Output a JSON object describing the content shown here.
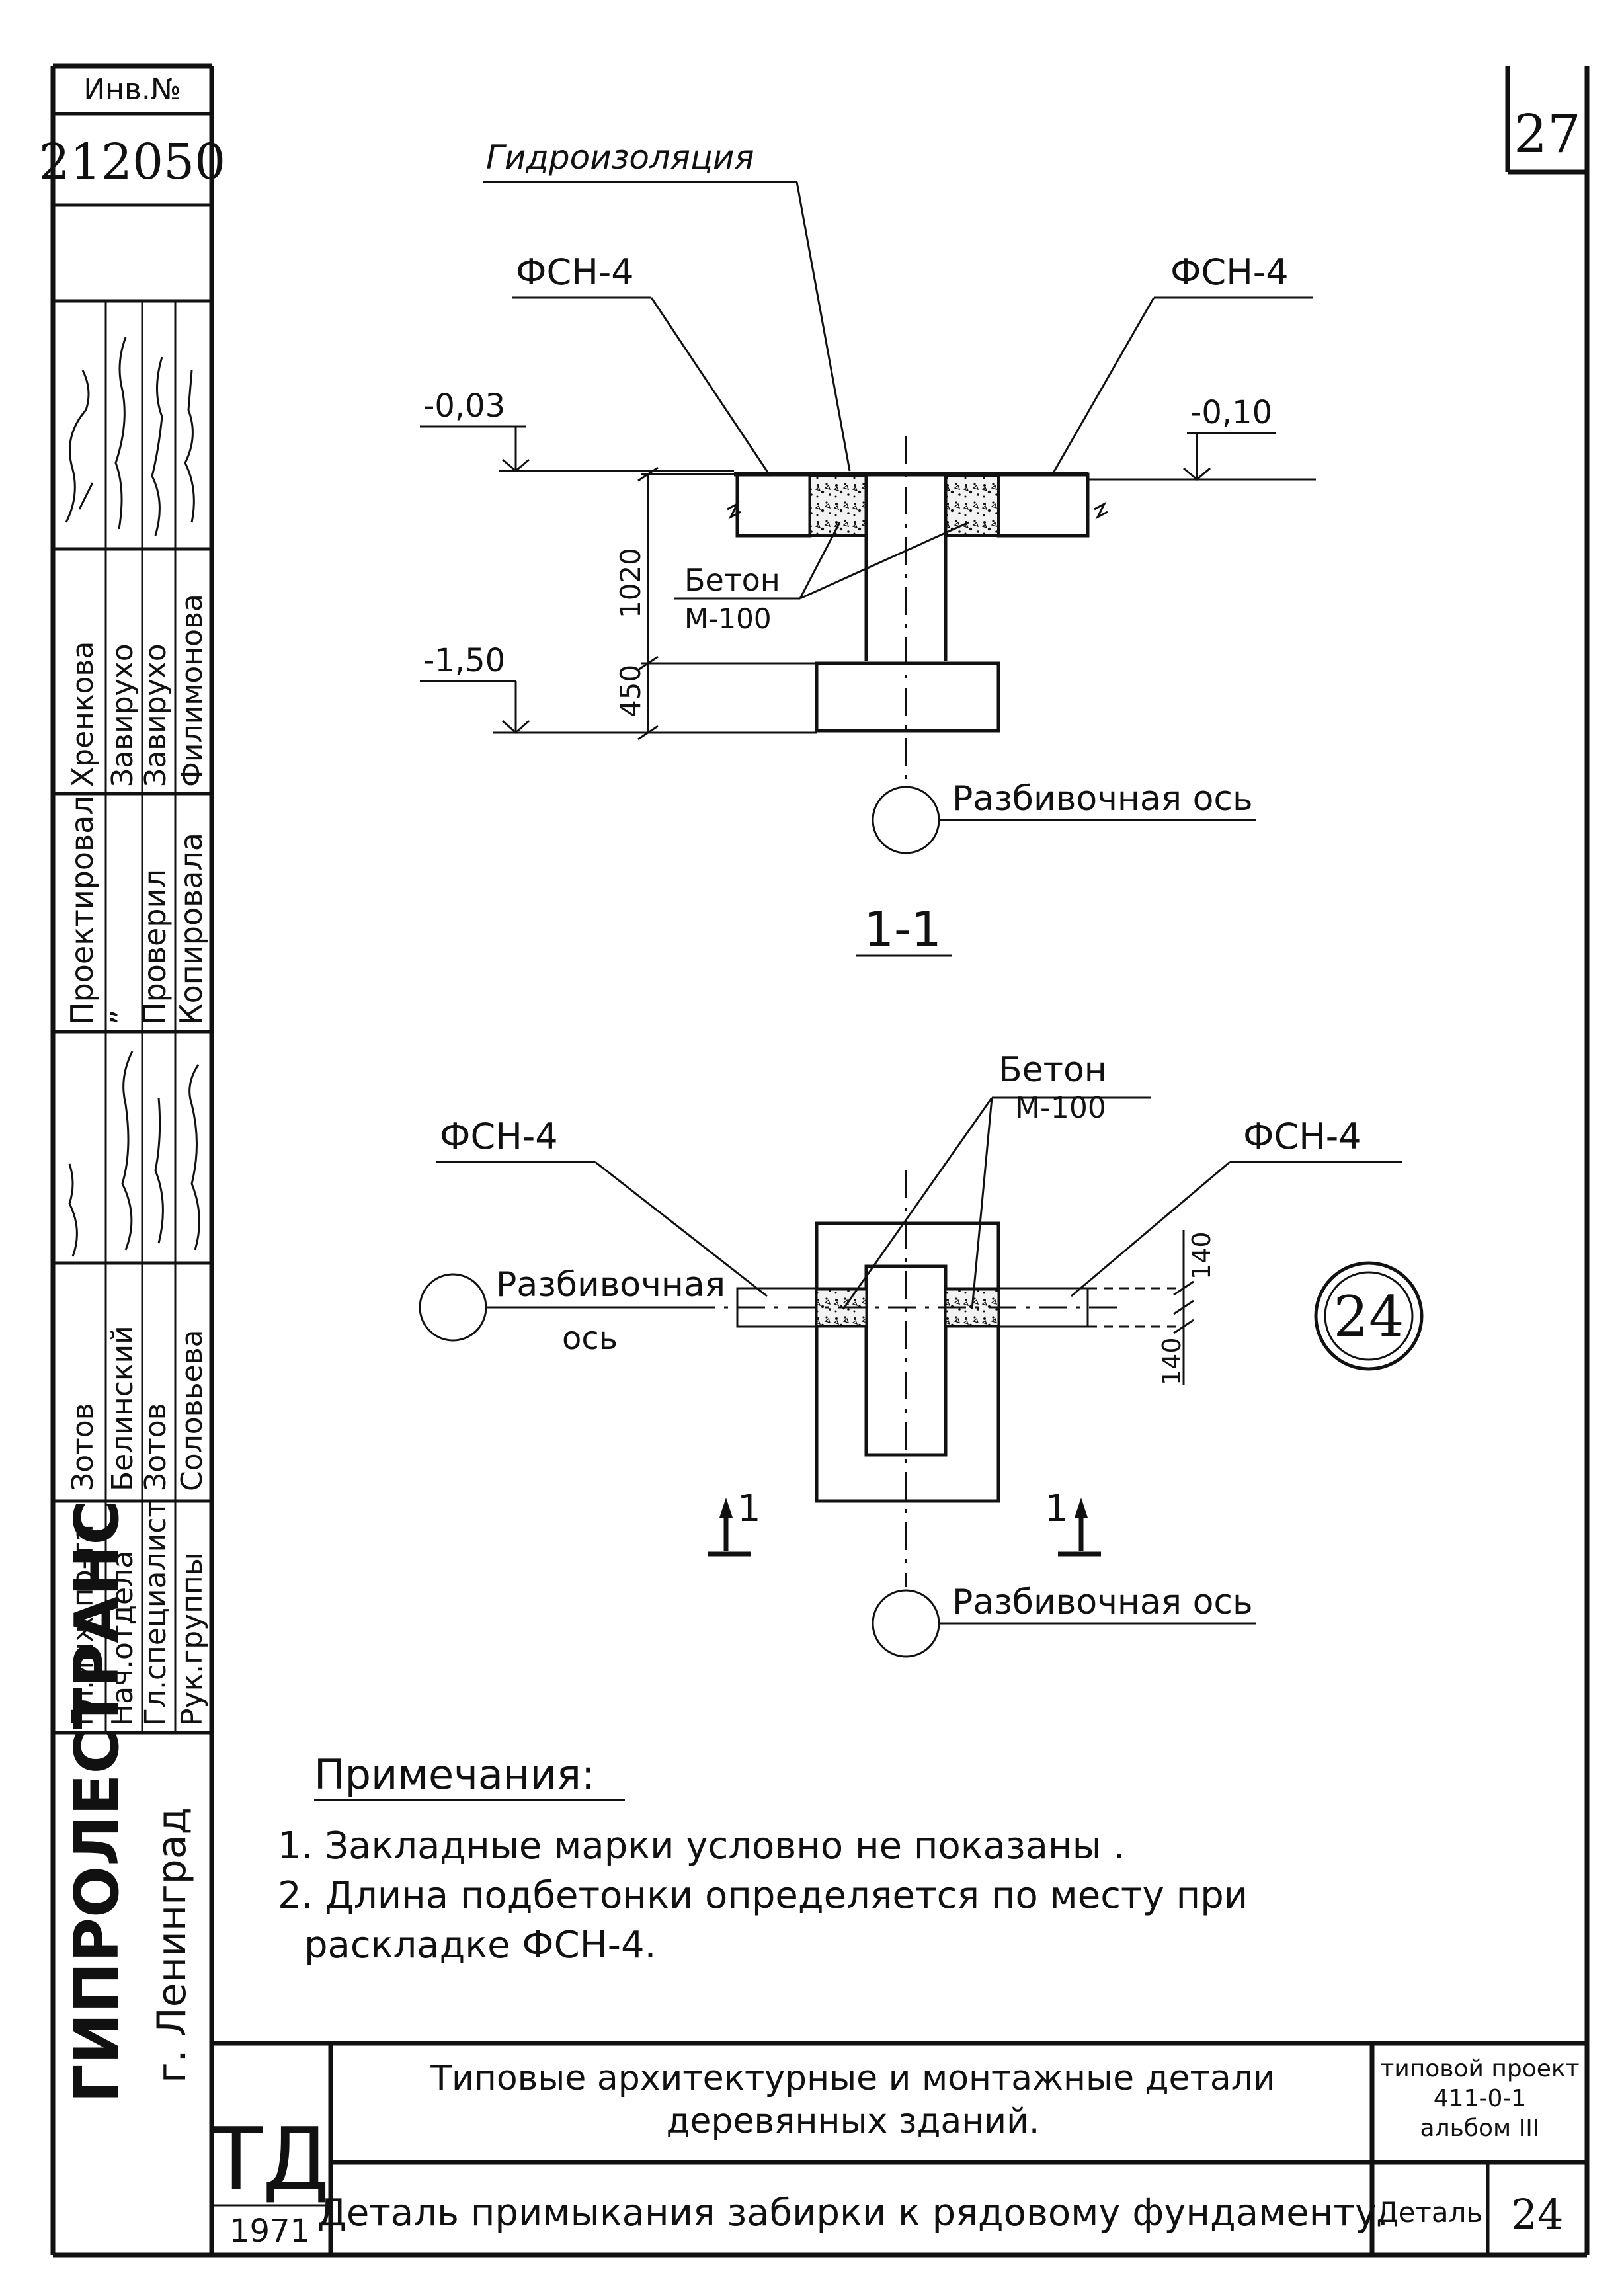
{
  "sheet_number": "27",
  "inv": {
    "label": "Инв.№",
    "number": "212050"
  },
  "organization": {
    "name": "ГИПРОЛЕСТРАНС",
    "city": "г. Ленинград"
  },
  "stamp": {
    "roles": [
      {
        "role": "Гл.инж.пр-та",
        "name": "Зотов"
      },
      {
        "role": "Нач.отдела",
        "name": "Белинский"
      },
      {
        "role": "Гл.специалист",
        "name": "Зотов"
      },
      {
        "role": "Рук.группы",
        "name": "Соловьева"
      }
    ],
    "roles2": [
      {
        "role": "Проектировал",
        "name": "Хренкова"
      },
      {
        "role": "”",
        "name": "Завирухо"
      },
      {
        "role": "Проверил",
        "name": "Завирухо"
      },
      {
        "role": "Копировала",
        "name": "Филимонова"
      }
    ]
  },
  "section": {
    "label_gidro": "Гидроизоляция",
    "fsn_left": "ФСН-4",
    "fsn_right": "ФСН-4",
    "level_left": "-0,03",
    "level_right": "-0,10",
    "level_bottom": "-1,50",
    "dim_1020": "1020",
    "dim_450": "450",
    "beton_label": "Бетон",
    "beton_grade": "М-100",
    "axis_label": "Разбивочная ось",
    "section_title": "1-1"
  },
  "plan": {
    "beton_label": "Бетон",
    "beton_grade": "М-100",
    "fsn_left": "ФСН-4",
    "fsn_right": "ФСН-4",
    "axis_left_1": "Разбивочная",
    "axis_left_2": "ось",
    "axis_bottom": "Разбивочная ось",
    "dim_140_top": "140",
    "dim_140_bottom": "140",
    "cut_left": "1",
    "cut_right": "1",
    "detail_number": "24"
  },
  "notes": {
    "title": "Примечания:",
    "items": [
      "1. Закладные марки условно не показаны .",
      "2. Длина подбетонки определяется по месту при",
      "раскладке ФСН-4."
    ]
  },
  "title_block": {
    "td": "ТД",
    "year": "1971",
    "title_1": "Типовые архитектурные и монтажные детали",
    "title_2": "деревянных зданий.",
    "detail_title": "Деталь примыкания забирки к рядовому фундаменту.",
    "project_1": "типовой проект",
    "project_2": "411-0-1",
    "project_3": "альбом III",
    "detail_word": "Деталь",
    "detail_no": "24"
  }
}
